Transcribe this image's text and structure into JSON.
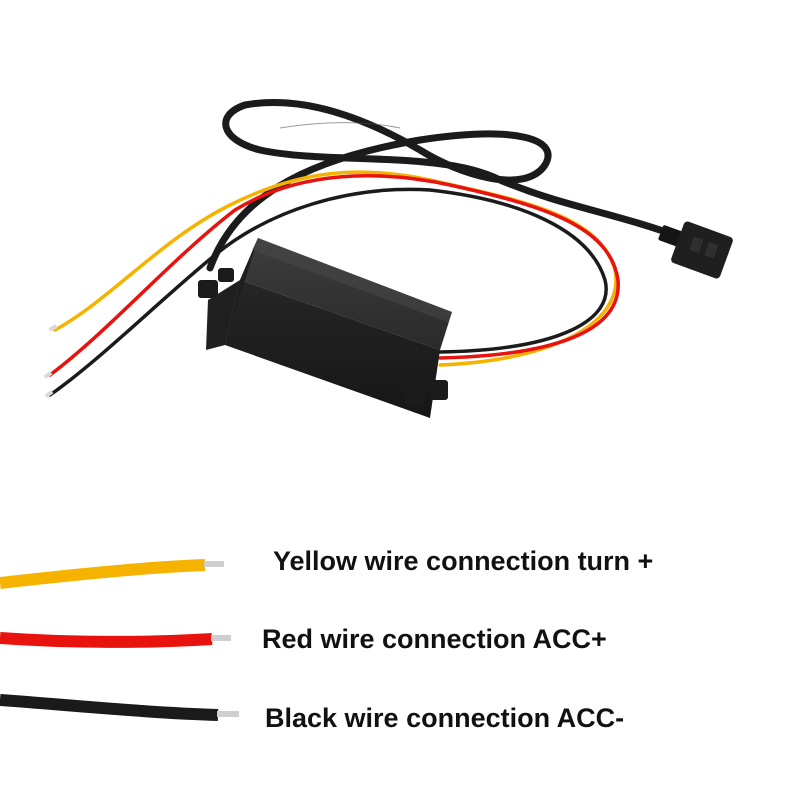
{
  "colors": {
    "yellow_wire": "#f5b300",
    "red_wire": "#e8120e",
    "black_wire": "#1a1a1a",
    "module_body": "#2b2b2b"
  },
  "legend": [
    {
      "text": "Yellow wire connection turn +"
    },
    {
      "text": "Red wire connection ACC+"
    },
    {
      "text": "Black wire connection ACC-"
    }
  ]
}
